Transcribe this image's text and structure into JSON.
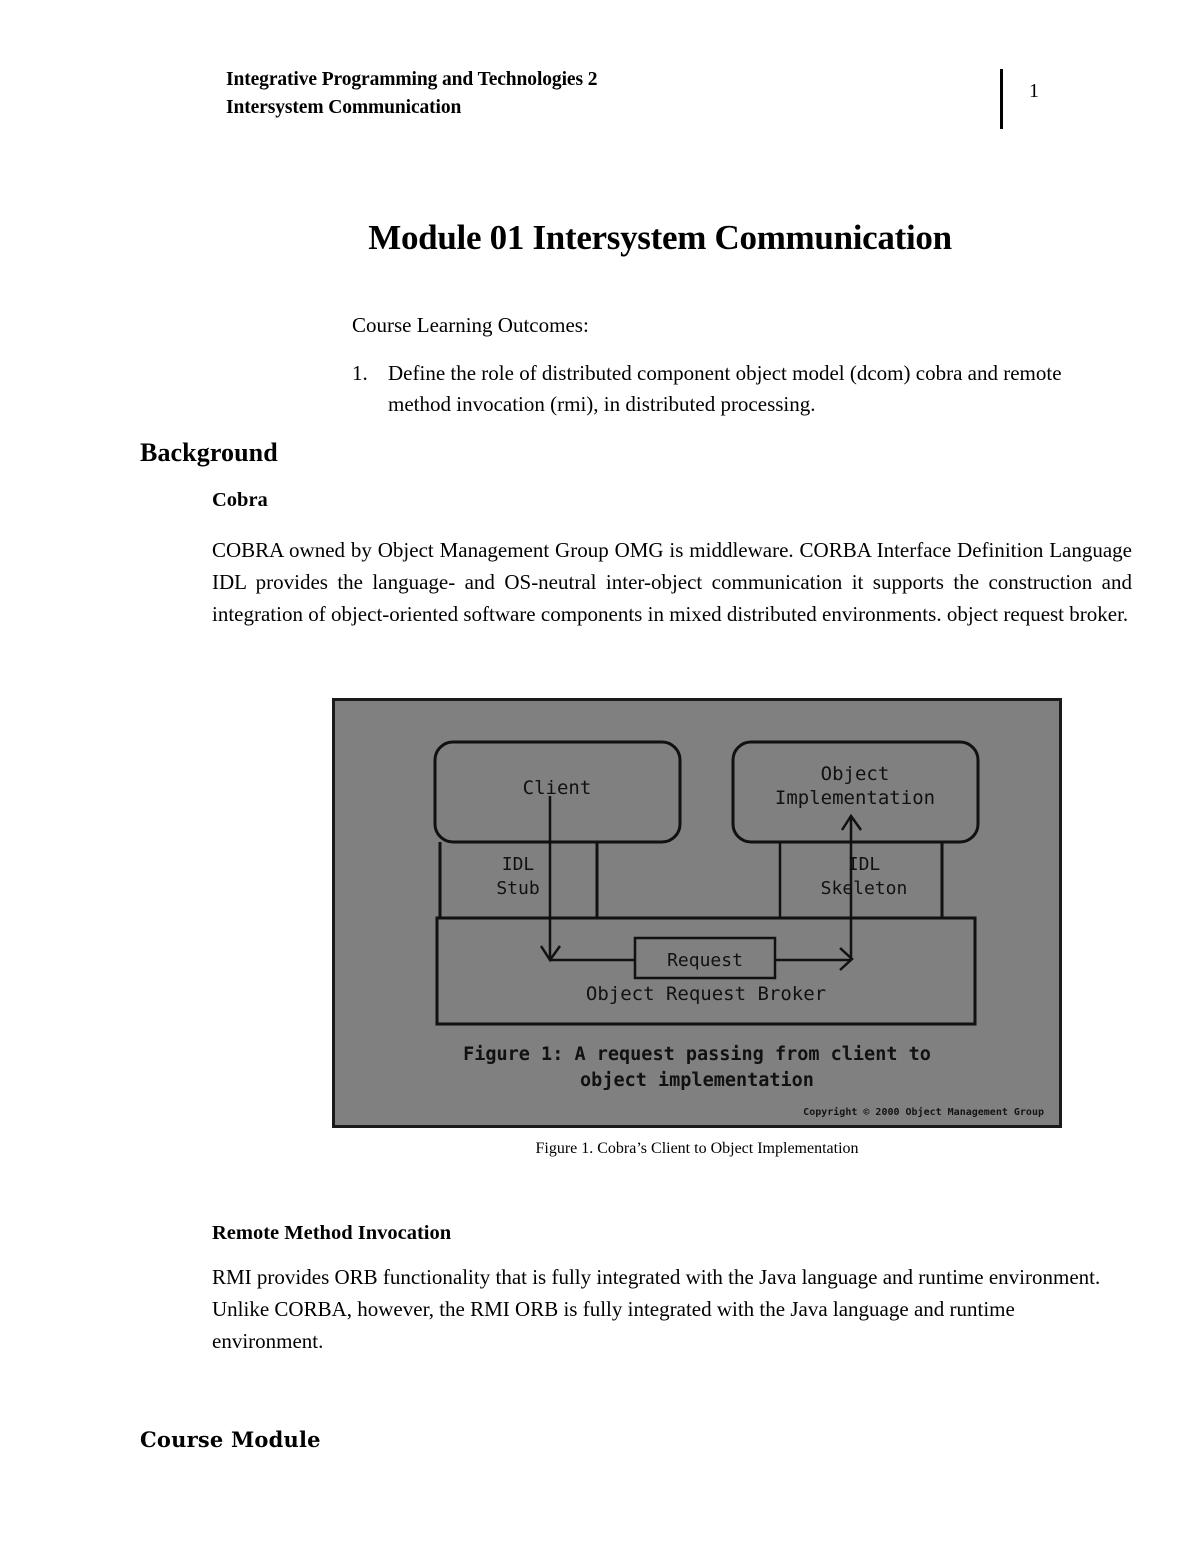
{
  "header": {
    "line1": "Integrative Programming and Technologies 2",
    "line2": "Intersystem Communication",
    "page_number": "1"
  },
  "document": {
    "title": "Module 01 Intersystem Communication"
  },
  "learning_outcomes": {
    "heading": "Course Learning Outcomes:",
    "items": [
      {
        "marker": "1.",
        "text": "Define the role of distributed component object model (dcom) cobra and remote method invocation (rmi), in distributed processing."
      }
    ]
  },
  "background": {
    "heading": "Background",
    "cobra": {
      "heading": "Cobra",
      "paragraph": "COBRA owned by Object Management Group OMG is middleware. CORBA Interface Definition Language IDL provides the language- and OS-neutral inter-object communication it supports the construction and integration of object-oriented software components in mixed distributed environments. object request broker."
    },
    "rmi": {
      "heading": "Remote Method Invocation",
      "paragraph": "RMI provides ORB functionality that is fully integrated with the Java language and runtime environment. Unlike CORBA, however, the RMI ORB is fully integrated with the Java language and runtime environment."
    }
  },
  "figure": {
    "caption": "Figure 1.  Cobra’s Client to Object Implementation",
    "background_color": "#808080",
    "inner_caption_line1": "Figure 1: A request passing from client to",
    "inner_caption_line2": "object implementation",
    "copyright": "Copyright © 2000 Object Management Group",
    "nodes": {
      "client": "Client",
      "object_implementation_line1": "Object",
      "object_implementation_line2": "Implementation",
      "idl_stub_line1": "IDL",
      "idl_stub_line2": "Stub",
      "idl_skeleton_line1": "IDL",
      "idl_skeleton_line2": "Skeleton",
      "request": "Request",
      "orb": "Object Request Broker"
    }
  },
  "footer": {
    "course_module": "Course Module"
  }
}
